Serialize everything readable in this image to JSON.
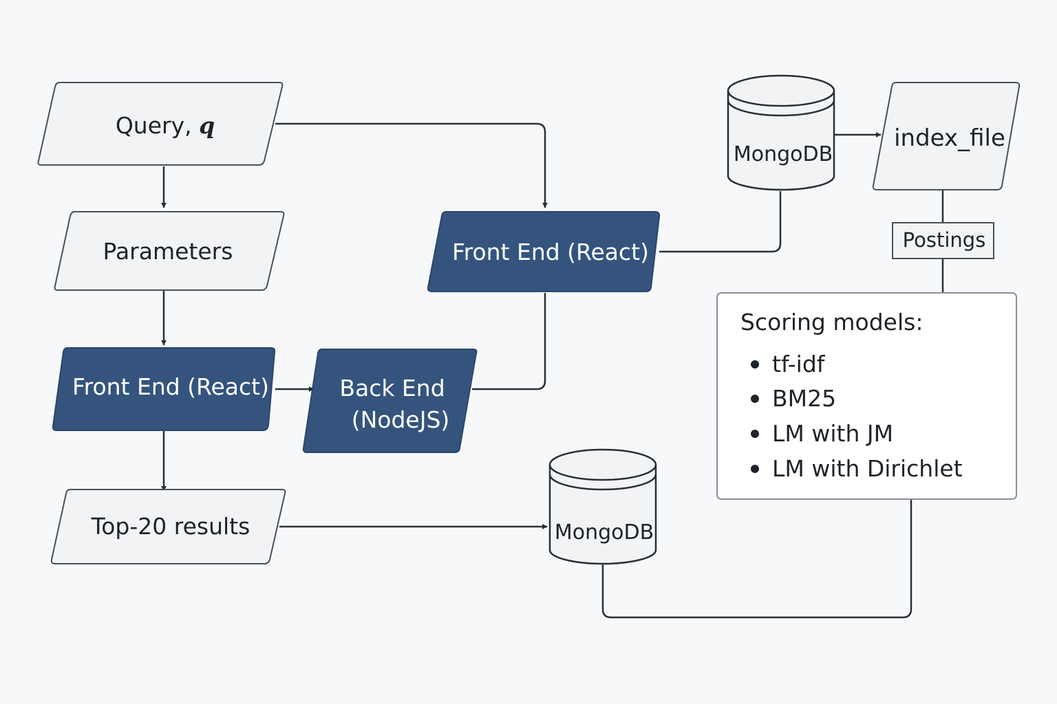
{
  "nodes": {
    "query": {
      "label": "Query, ",
      "var": "q"
    },
    "parameters": {
      "label": "Parameters"
    },
    "frontend_left": {
      "label": "Front End (React)"
    },
    "backend": {
      "line1": "Back End",
      "line2": "(NodeJS)"
    },
    "frontend_right": {
      "label": "Front End (React)"
    },
    "top20": {
      "label": "Top-20 results"
    },
    "mongodb_top": {
      "label": "MongoDB"
    },
    "mongodb_bottom": {
      "label": "MongoDB"
    },
    "index_file": {
      "label": "index_file"
    },
    "postings": {
      "label": "Postings"
    }
  },
  "scoring": {
    "title": "Scoring models:",
    "items": [
      "tf-idf",
      "BM25",
      "LM with JM",
      "LM with Dirichlet"
    ]
  },
  "colors": {
    "dark_fill": "#34547e",
    "light_fill": "#f2f3f5",
    "line": "#2a2f36",
    "background": "#f7f8fa"
  }
}
